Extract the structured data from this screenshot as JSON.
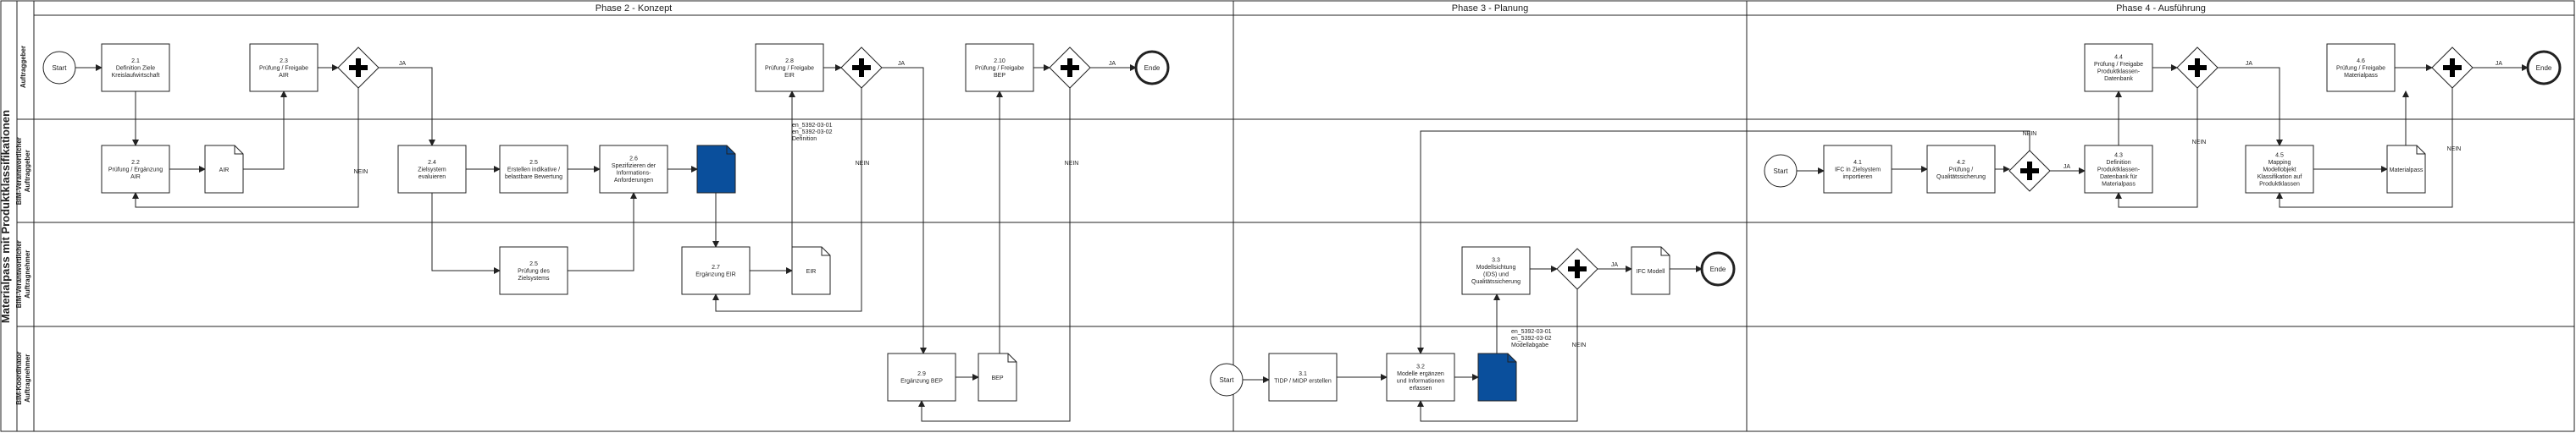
{
  "pool_title": "Materialpass mit Produktklassifikationen",
  "phases": [
    {
      "id": "p2",
      "label": "Phase 2 - Konzept"
    },
    {
      "id": "p3",
      "label": "Phase 3 - Planung"
    },
    {
      "id": "p4",
      "label": "Phase 4 - Ausführung"
    }
  ],
  "lanes": [
    {
      "id": "ag",
      "lines": [
        "Auftraggeber"
      ]
    },
    {
      "id": "bim_ag",
      "lines": [
        "BIM-Verantwortlicher",
        "Auftraggeber"
      ]
    },
    {
      "id": "bim_an",
      "lines": [
        "BIM-Verantwortlicher",
        "Auftragnehmer"
      ]
    },
    {
      "id": "bim_ko",
      "lines": [
        "BIM-Koordinator",
        "Auftragnehmer"
      ]
    }
  ],
  "events": [
    {
      "id": "e_start_ag",
      "label": "Start",
      "kind": "start"
    },
    {
      "id": "e_end_ag1",
      "label": "Ende",
      "kind": "end"
    },
    {
      "id": "e_end_an",
      "label": "Ende",
      "kind": "end"
    },
    {
      "id": "e_start_ko",
      "label": "Start",
      "kind": "start"
    },
    {
      "id": "e_start_p4",
      "label": "Start",
      "kind": "start"
    },
    {
      "id": "e_end_p4",
      "label": "Ende",
      "kind": "end"
    }
  ],
  "tasks": [
    {
      "id": "t21",
      "lines": [
        "2.1",
        "Definition Ziele",
        "Kreislaufwirtschaft"
      ]
    },
    {
      "id": "t23",
      "lines": [
        "2.3",
        "Prüfung / Freigabe",
        "AIR"
      ]
    },
    {
      "id": "t28",
      "lines": [
        "2.8",
        "Prüfung / Freigabe",
        "EIR"
      ]
    },
    {
      "id": "t210",
      "lines": [
        "2.10",
        "Prüfung / Freigabe",
        "BEP"
      ]
    },
    {
      "id": "t22",
      "lines": [
        "2.2",
        "Prüfung / Ergänzung",
        "AIR"
      ]
    },
    {
      "id": "t24",
      "lines": [
        "2.4",
        "Zielsystem",
        "evaluieren"
      ]
    },
    {
      "id": "t25b",
      "lines": [
        "2.5",
        "Erstellen indikative /",
        "belastbare Bewertung"
      ]
    },
    {
      "id": "t26",
      "lines": [
        "2.6",
        "Spezifizieren der",
        "Informations-",
        "Anforderungen"
      ]
    },
    {
      "id": "t25",
      "lines": [
        "2.5",
        "Prüfung des",
        "Zielsystems"
      ]
    },
    {
      "id": "t27",
      "lines": [
        "2.7",
        "Ergänzung EIR"
      ]
    },
    {
      "id": "t29",
      "lines": [
        "2.9",
        "Ergänzung BEP"
      ]
    },
    {
      "id": "t33",
      "lines": [
        "3.3",
        "Modellsichtung",
        "(IDS) und",
        "Qualitätssicherung"
      ]
    },
    {
      "id": "t31",
      "lines": [
        "3.1",
        "TIDP / MIDP erstellen"
      ]
    },
    {
      "id": "t32",
      "lines": [
        "3.2",
        "Modelle ergänzen",
        "und Informationen",
        "erfassen"
      ]
    },
    {
      "id": "t44",
      "lines": [
        "4.4",
        "Prüfung / Freigabe",
        "Produktklassen-",
        "Datenbank"
      ]
    },
    {
      "id": "t46",
      "lines": [
        "4.6",
        "Prüfung / Freigabe",
        "Materialpass"
      ]
    },
    {
      "id": "t41",
      "lines": [
        "4.1",
        "IFC in Zielsystem",
        "importieren"
      ]
    },
    {
      "id": "t42",
      "lines": [
        "4.2",
        "Prüfung /",
        "Qualitätssicherung"
      ]
    },
    {
      "id": "t43",
      "lines": [
        "4.3",
        "Definition",
        "Produktklassen-",
        "Datenbank für",
        "Materialpass"
      ]
    },
    {
      "id": "t45",
      "lines": [
        "4.5",
        "Mapping",
        "Modellobjekt",
        "Klassifikation auf",
        "Produktklassen"
      ]
    }
  ],
  "documents": [
    {
      "id": "d_air",
      "label": "AIR"
    },
    {
      "id": "d_eir",
      "label": "EIR"
    },
    {
      "id": "d_bep",
      "label": "BEP"
    },
    {
      "id": "d_ifc",
      "label": "IFC Modell"
    },
    {
      "id": "d_mp",
      "label": "Materialpass"
    },
    {
      "id": "d_blue1",
      "label": ""
    },
    {
      "id": "d_blue2",
      "label": ""
    }
  ],
  "gateways": [
    {
      "id": "g1"
    },
    {
      "id": "g2"
    },
    {
      "id": "g3"
    },
    {
      "id": "g4"
    },
    {
      "id": "g5"
    },
    {
      "id": "g6"
    },
    {
      "id": "g7"
    },
    {
      "id": "g8"
    }
  ],
  "annotations": [
    {
      "id": "a_def",
      "lines": [
        "en_5392-03-01",
        "en_5392-03-02",
        "Definition"
      ]
    },
    {
      "id": "a_mod",
      "lines": [
        "en_5392-03-01",
        "en_5392-03-02",
        "Modellabgabe"
      ]
    }
  ],
  "edge_labels": [
    {
      "id": "n1",
      "label": "NEIN"
    },
    {
      "id": "n2",
      "label": "NEIN"
    },
    {
      "id": "n3",
      "label": "NEIN"
    },
    {
      "id": "n4",
      "label": "NEIN"
    },
    {
      "id": "n5",
      "label": "NEIN"
    },
    {
      "id": "n6",
      "label": "NEIN"
    },
    {
      "id": "n7",
      "label": "NEIN"
    },
    {
      "id": "j1",
      "label": "JA"
    },
    {
      "id": "j2",
      "label": "JA"
    },
    {
      "id": "j3",
      "label": "JA"
    },
    {
      "id": "j4",
      "label": "JA"
    },
    {
      "id": "j5",
      "label": "JA"
    },
    {
      "id": "j6",
      "label": "JA"
    },
    {
      "id": "j7",
      "label": "JA"
    }
  ],
  "colors": {
    "line": "#222222",
    "doc_fill": "#0a4f9c",
    "phase_bg": "#ffffff"
  }
}
